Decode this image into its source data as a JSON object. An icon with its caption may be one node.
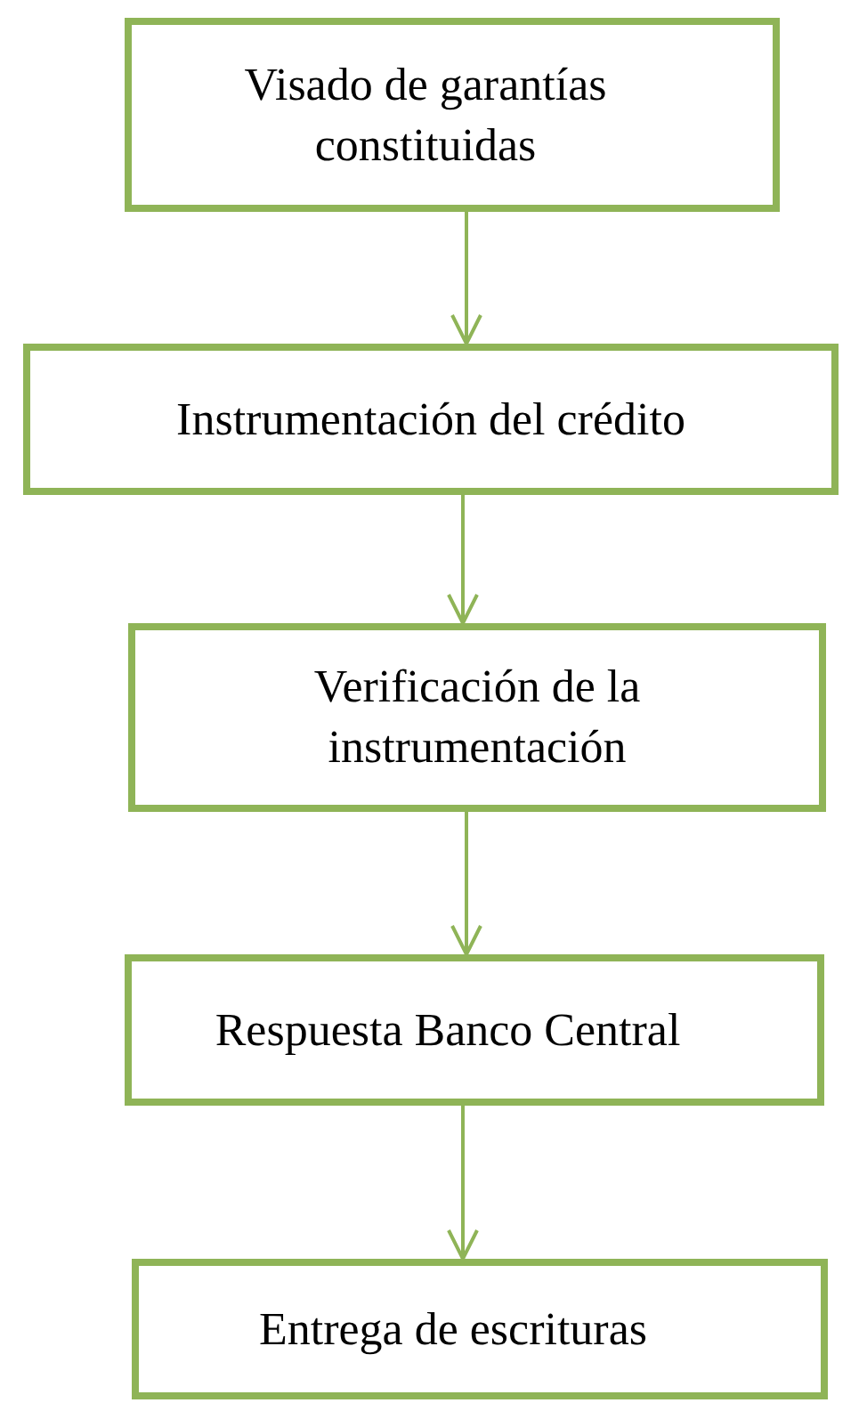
{
  "diagram": {
    "nodes": [
      {
        "text": [
          "Visado de garantías constituidas"
        ]
      },
      {
        "text": [
          "Instrumentación del crédito"
        ]
      },
      {
        "text": [
          "Verificación de la instrumentación"
        ]
      },
      {
        "text": [
          "Respuesta Banco Central"
        ]
      },
      {
        "text": [
          "Entrega de escrituras"
        ]
      }
    ],
    "edges": [
      {
        "from": 0,
        "to": 1,
        "arrow": "to"
      },
      {
        "from": 1,
        "to": 2,
        "arrow": "to"
      },
      {
        "from": 2,
        "to": 3,
        "arrow": "to"
      },
      {
        "from": 3,
        "to": 4,
        "arrow": "to"
      }
    ]
  }
}
